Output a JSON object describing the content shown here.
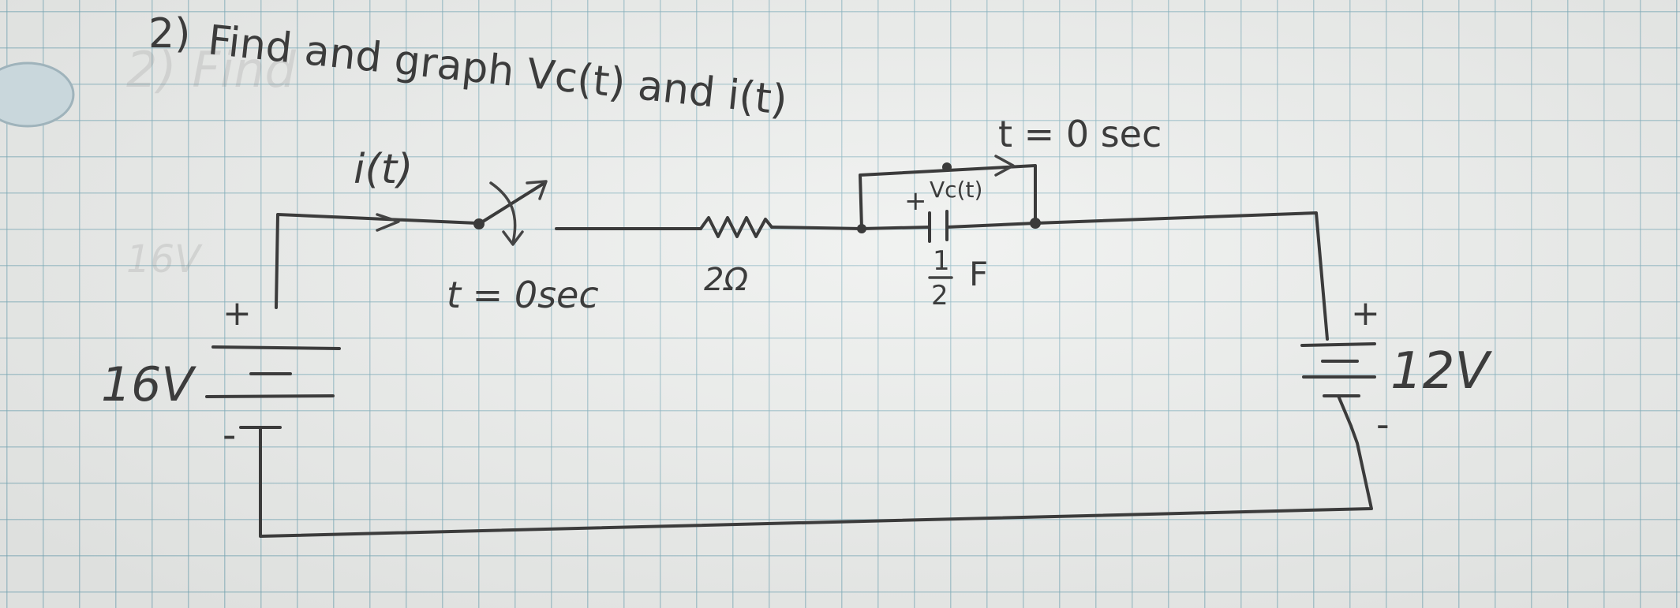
{
  "problem": {
    "number": "2)",
    "statement": "Find and graph Vc(t) and i(t)"
  },
  "labels": {
    "current": "i(t)",
    "switch_left_time": "t = 0sec",
    "switch_right_time": "t = 0 sec",
    "resistor": "2Ω",
    "capacitor_voltage": "Vc(t)",
    "capacitor_plus": "+",
    "capacitor_value_numerator": "1",
    "capacitor_value_denominator": "2",
    "capacitor_unit": "F",
    "source_left_voltage": "16V",
    "source_left_plus": "+",
    "source_left_minus": "-",
    "source_right_voltage": "12V",
    "source_right_plus": "+",
    "source_right_minus": "-"
  }
}
